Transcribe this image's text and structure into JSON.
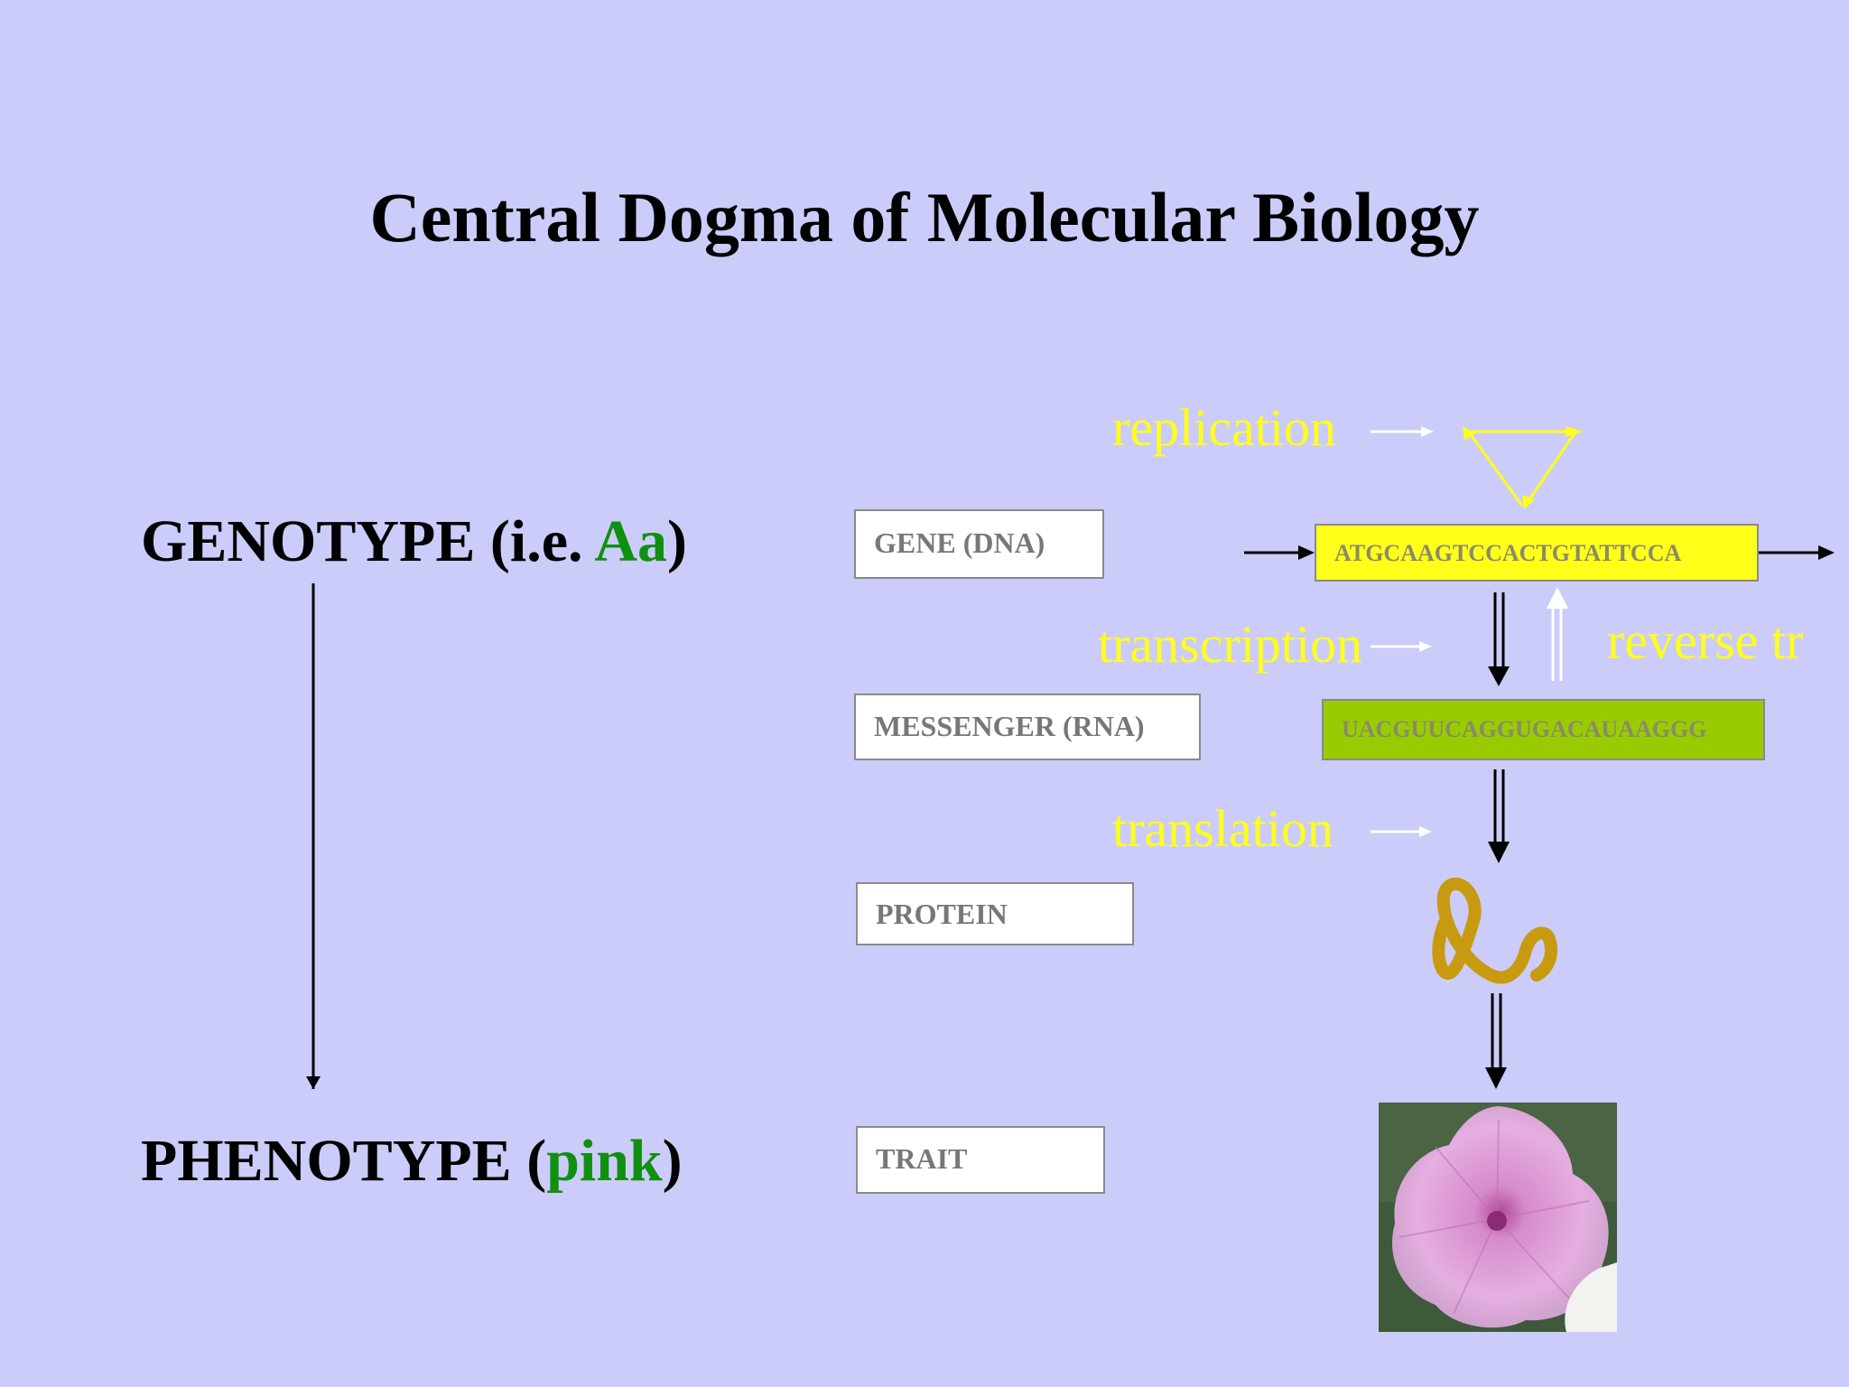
{
  "title": "Central Dogma of Molecular Biology",
  "genotype": {
    "prefix": "GENOTYPE (i.e. ",
    "allele": "Aa",
    "suffix": ")"
  },
  "phenotype": {
    "prefix": "PHENOTYPE (",
    "color_word": "pink",
    "suffix": ")"
  },
  "levels": {
    "gene": "GENE  (DNA)",
    "messenger": "MESSENGER (RNA)",
    "protein": "PROTEIN",
    "trait": "TRAIT"
  },
  "sequences": {
    "dna": "ATGCAAGTCCACTGTATTCCA",
    "rna": "UACGUUCAGGUGACAUAAGGG"
  },
  "processes": {
    "replication": "replication",
    "transcription": "transcription",
    "reverse_transcription": "reverse tr",
    "translation": "translation"
  },
  "colors": {
    "background": "#ccccfa",
    "accent_green": "#109010",
    "dna_box": "#ffff1a",
    "rna_box": "#99cc00",
    "process_text": "#ffff1a",
    "protein_squiggle": "#c89a10",
    "flower": "#e0a8d8"
  },
  "icons": {
    "protein": "protein-squiggle-icon",
    "trait": "pink-flower-image"
  }
}
